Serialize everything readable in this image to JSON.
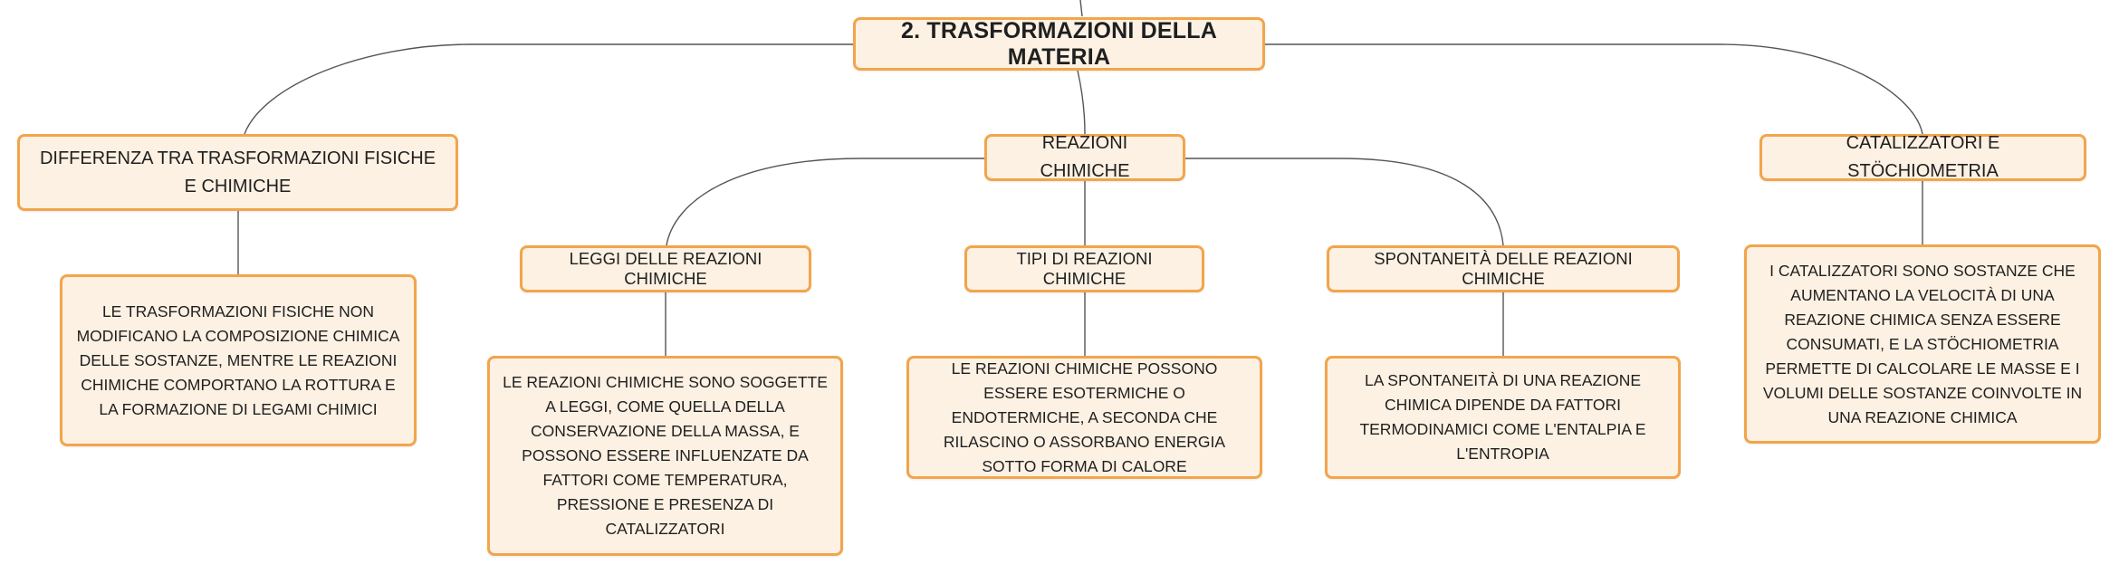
{
  "root": {
    "label": "2. TRASFORMAZIONI DELLA MATERIA"
  },
  "topics": {
    "physical_vs_chemical": {
      "label": "DIFFERENZA TRA TRASFORMAZIONI FISICHE E CHIMICHE",
      "detail": "LE TRASFORMAZIONI FISICHE NON MODIFICANO LA COMPOSIZIONE CHIMICA DELLE SOSTANZE, MENTRE LE REAZIONI CHIMICHE COMPORTANO LA ROTTURA E LA FORMAZIONE DI LEGAMI CHIMICI"
    },
    "chemical_reactions": {
      "label": "REAZIONI CHIMICHE",
      "subtopics": {
        "laws": {
          "label": "LEGGI DELLE REAZIONI CHIMICHE",
          "detail": "LE REAZIONI CHIMICHE SONO SOGGETTE A LEGGI, COME QUELLA DELLA CONSERVAZIONE DELLA MASSA, E POSSONO ESSERE INFLUENZATE DA FATTORI COME TEMPERATURA, PRESSIONE E PRESENZA DI CATALIZZATORI"
        },
        "types": {
          "label": "TIPI DI REAZIONI CHIMICHE",
          "detail": "LE REAZIONI CHIMICHE POSSONO ESSERE ESOTERMICHE O ENDOTERMICHE, A SECONDA CHE RILASCINO O ASSORBANO ENERGIA SOTTO FORMA DI CALORE"
        },
        "spontaneity": {
          "label": "SPONTANEITÀ DELLE REAZIONI CHIMICHE",
          "detail": "LA SPONTANEITÀ DI UNA REAZIONE CHIMICA DIPENDE DA FATTORI TERMODINAMICI COME L'ENTALPIA E L'ENTROPIA"
        }
      }
    },
    "catalysts": {
      "label": "CATALIZZATORI E STÖCHIOMETRIA",
      "detail": "I CATALIZZATORI SONO SOSTANZE CHE AUMENTANO LA VELOCITÀ DI UNA REAZIONE CHIMICA SENZA ESSERE CONSUMATI, E LA STÖCHIOMETRIA PERMETTE DI CALCOLARE LE MASSE E I VOLUMI DELLE SOSTANZE COINVOLTE IN UNA REAZIONE CHIMICA"
    }
  },
  "colors": {
    "node_fill": "#fdf1e3",
    "node_border": "#f2a54b",
    "connector": "#555555"
  }
}
